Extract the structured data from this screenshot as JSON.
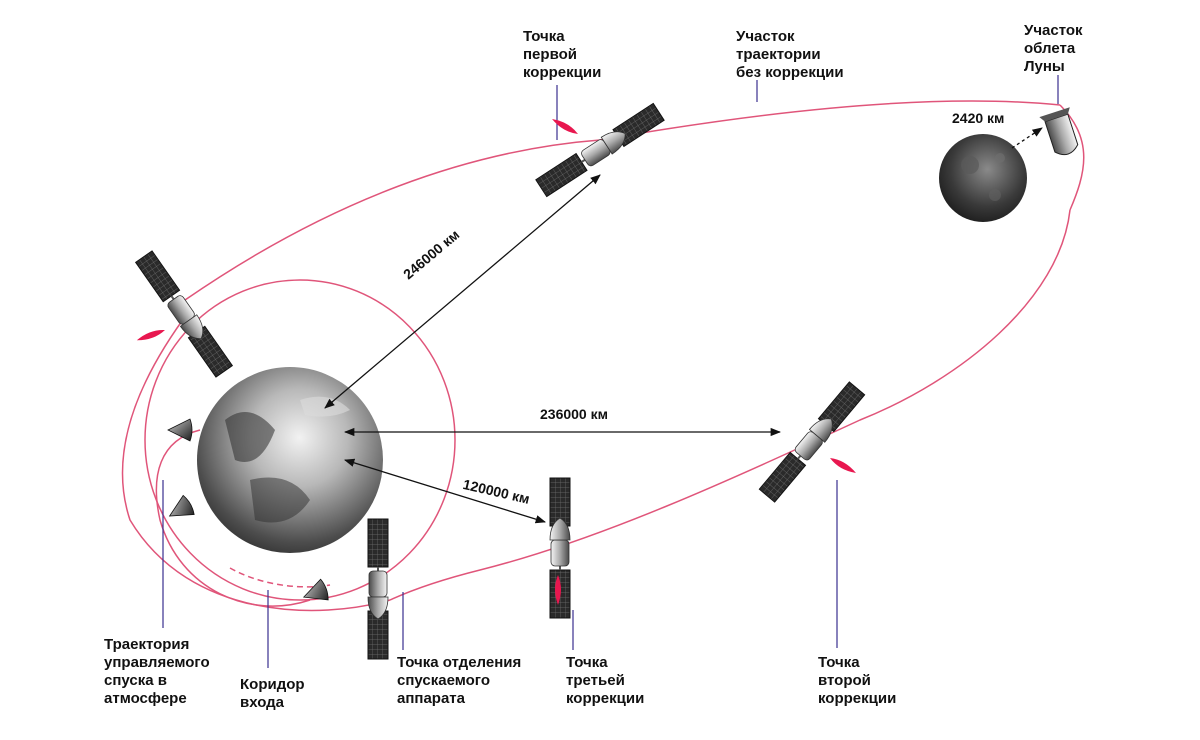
{
  "labels": {
    "first_correction": "Точка\nпервой\nкоррекции",
    "no_correction": "Участок\nтраектории\nбез коррекции",
    "moon_flyby": "Участок\nоблета\nЛуны",
    "controlled_descent": "Траектория\nуправляемого\nспуска в\nатмосфере",
    "entry_corridor": "Коридор\nвхода",
    "separation": "Точка отделения\nспускаемого\nаппарата",
    "third_correction": "Точка\nтретьей\nкоррекции",
    "second_correction": "Точка\nвторой\nкоррекции"
  },
  "distances": {
    "moon_flyby_altitude": "2420 км",
    "to_first_correction": "246000 км",
    "to_second_correction": "236000 км",
    "to_third_correction": "120000 км"
  },
  "colors": {
    "trajectory": "#e0557a",
    "flame": "#e8174f",
    "leader_line": "#3a2f8f",
    "arrow": "#111111",
    "panel": "#2a2a2a"
  },
  "icons": [
    "earth-icon",
    "moon-icon",
    "spacecraft-icon",
    "descent-capsule-icon",
    "flame-icon"
  ]
}
